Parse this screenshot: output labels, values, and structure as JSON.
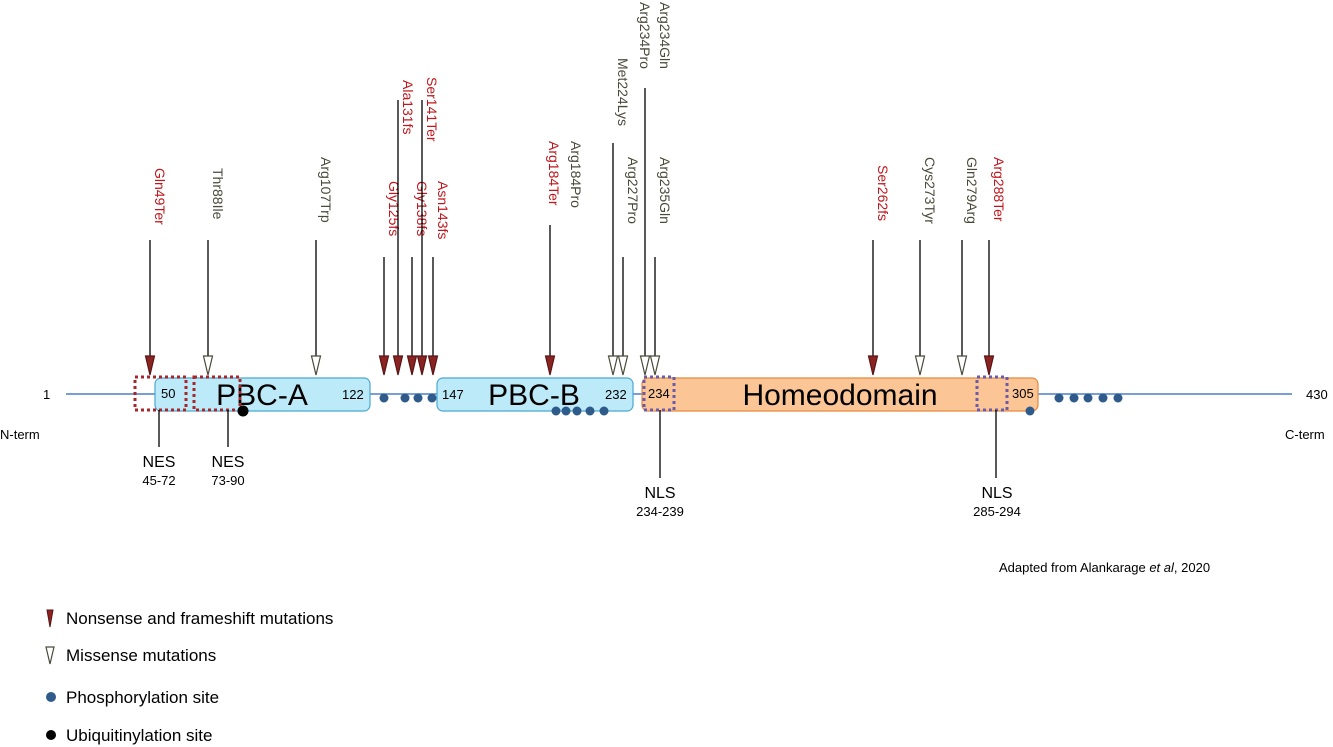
{
  "protein": {
    "start_label": "1",
    "end_label": "430",
    "n_term_label": "N-term",
    "c_term_label": "C-term"
  },
  "domains": [
    {
      "name": "PBC-A",
      "start_label": "50",
      "end_label": "122",
      "color": "#bdeaf8"
    },
    {
      "name": "PBC-B",
      "start_label": "147",
      "end_label": "232",
      "color": "#bdeaf8"
    },
    {
      "name": "Homeodomain",
      "start_label": "234",
      "end_label": "305",
      "color": "#fcc596"
    }
  ],
  "signals": [
    {
      "type": "NES",
      "range": "45-72"
    },
    {
      "type": "NES",
      "range": "73-90"
    },
    {
      "type": "NLS",
      "range": "234-239"
    },
    {
      "type": "NLS",
      "range": "285-294"
    }
  ],
  "mutations": [
    {
      "label": "Gln49Ter",
      "kind": "nonsense"
    },
    {
      "label": "Thr88Ile",
      "kind": "missense"
    },
    {
      "label": "Arg107Trp",
      "kind": "missense"
    },
    {
      "label": "Gly125fs",
      "kind": "nonsense"
    },
    {
      "label": "Ala131fs",
      "kind": "nonsense"
    },
    {
      "label": "Gly138fs",
      "kind": "nonsense"
    },
    {
      "label": "Ser141Ter",
      "kind": "nonsense"
    },
    {
      "label": "Asn143fs",
      "kind": "nonsense"
    },
    {
      "label": "Arg184Ter",
      "kind": "nonsense"
    },
    {
      "label": "Arg184Pro",
      "kind": "missense"
    },
    {
      "label": "Met224Lys",
      "kind": "missense"
    },
    {
      "label": "Arg227Pro",
      "kind": "missense"
    },
    {
      "label": "Arg234Pro",
      "kind": "missense"
    },
    {
      "label": "Arg234Gln",
      "kind": "missense"
    },
    {
      "label": "Arg235Gln",
      "kind": "missense"
    },
    {
      "label": "Ser262fs",
      "kind": "nonsense"
    },
    {
      "label": "Cys273Tyr",
      "kind": "missense"
    },
    {
      "label": "Gln279Arg",
      "kind": "missense"
    },
    {
      "label": "Arg288Ter",
      "kind": "nonsense"
    }
  ],
  "credit": {
    "prefix": "Adapted from Alankarage ",
    "italic": "et al",
    "suffix": ", 2020"
  },
  "legend": {
    "nonsense": "Nonsense and frameshift mutations",
    "missense": "Missense mutations",
    "phospho": "Phosphorylation site",
    "ubiquitin": "Ubiquitinylation site"
  },
  "colors": {
    "nonsense_text": "#c0161c",
    "missense_text": "#4a4a3a",
    "nonsense_fill": "#8b2323",
    "missense_stroke": "#4a4a3a",
    "backbone": "#4a7ec8",
    "phospho": "#2e5b8a",
    "ubiquitin": "#000000",
    "nes_box": "#a8262b",
    "nls_box": "#6a5aa8"
  }
}
